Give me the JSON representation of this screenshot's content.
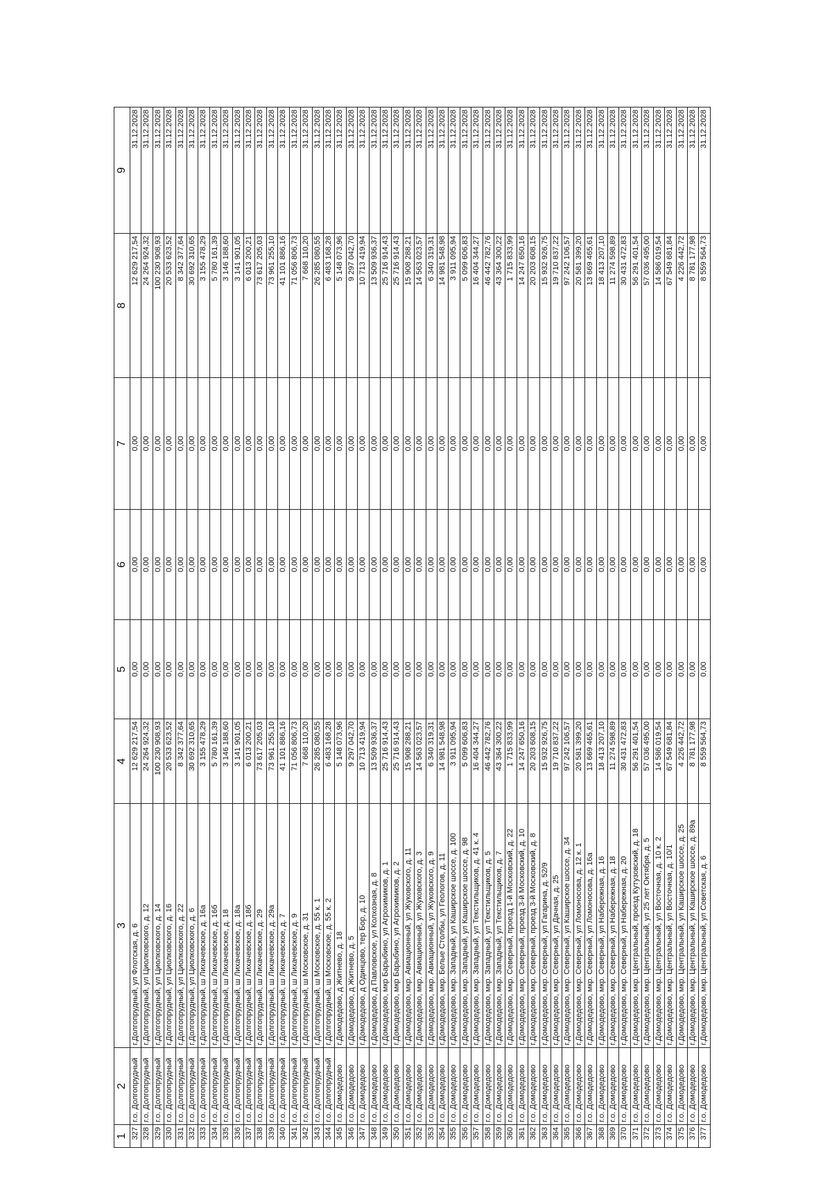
{
  "headers": [
    "1",
    "2",
    "3",
    "4",
    "5",
    "6",
    "7",
    "8",
    "9"
  ],
  "rows": [
    [
      "327",
      "г.о. Долгопрудный",
      "г.Долгопрудный, ул Флотская, д. 6",
      "12 629 217,54",
      "0,00",
      "0,00",
      "0,00",
      "12 629 217,54",
      "31.12.2028"
    ],
    [
      "328",
      "г.о. Долгопрудный",
      "г.Долгопрудный, ул Циолковского, д. 12",
      "24 264 924,32",
      "0,00",
      "0,00",
      "0,00",
      "24 264 924,32",
      "31.12.2028"
    ],
    [
      "329",
      "г.о. Долгопрудный",
      "г.Долгопрудный, ул Циолковского, д. 14",
      "100 230 908,93",
      "0,00",
      "0,00",
      "0,00",
      "100 230 908,93",
      "31.12.2028"
    ],
    [
      "330",
      "г.о. Долгопрудный",
      "г.Долгопрудный, ул Циолковского, д. 16",
      "20 533 623,52",
      "0,00",
      "0,00",
      "0,00",
      "20 533 623,52",
      "31.12.2028"
    ],
    [
      "331",
      "г.о. Долгопрудный",
      "г.Долгопрудный, ул Циолковского, д. 22",
      "8 342 377,64",
      "0,00",
      "0,00",
      "0,00",
      "8 342 377,64",
      "31.12.2028"
    ],
    [
      "332",
      "г.о. Долгопрудный",
      "г.Долгопрудный, ул Циолковского, д. 6",
      "30 692 310,65",
      "0,00",
      "0,00",
      "0,00",
      "30 692 310,65",
      "31.12.2028"
    ],
    [
      "333",
      "г.о. Долгопрудный",
      "г.Долгопрудный, ш Лихачевское, д. 16а",
      "3 155 478,29",
      "0,00",
      "0,00",
      "0,00",
      "3 155 478,29",
      "31.12.2028"
    ],
    [
      "334",
      "г.о. Долгопрудный",
      "г.Долгопрудный, ш Лихачевское, д. 16б",
      "5 780 161,39",
      "0,00",
      "0,00",
      "0,00",
      "5 780 161,39",
      "31.12.2028"
    ],
    [
      "335",
      "г.о. Долгопрудный",
      "г.Долгопрудный, ш Лихачевское, д. 18",
      "3 146 188,60",
      "0,00",
      "0,00",
      "0,00",
      "3 146 188,60",
      "31.12.2028"
    ],
    [
      "336",
      "г.о. Долгопрудный",
      "г.Долгопрудный, ш Лихачевское, д. 18а",
      "3 141 901,05",
      "0,00",
      "0,00",
      "0,00",
      "3 141 901,05",
      "31.12.2028"
    ],
    [
      "337",
      "г.о. Долгопрудный",
      "г.Долгопрудный, ш Лихачевское, д. 18б",
      "6 013 200,21",
      "0,00",
      "0,00",
      "0,00",
      "6 013 200,21",
      "31.12.2028"
    ],
    [
      "338",
      "г.о. Долгопрудный",
      "г.Долгопрудный, ш Лихачевское, д. 29",
      "73 617 205,03",
      "0,00",
      "0,00",
      "0,00",
      "73 617 205,03",
      "31.12.2028"
    ],
    [
      "339",
      "г.о. Долгопрудный",
      "г.Долгопрудный, ш Лихачевское, д. 29а",
      "73 961 255,10",
      "0,00",
      "0,00",
      "0,00",
      "73 961 255,10",
      "31.12.2028"
    ],
    [
      "340",
      "г.о. Долгопрудный",
      "г.Долгопрудный, ш Лихачевское, д. 7",
      "41 101 886,16",
      "0,00",
      "0,00",
      "0,00",
      "41 101 886,16",
      "31.12.2028"
    ],
    [
      "341",
      "г.о. Долгопрудный",
      "г.Долгопрудный, ш Лихачевское, д. 9",
      "71 056 806,73",
      "0,00",
      "0,00",
      "0,00",
      "71 056 806,73",
      "31.12.2028"
    ],
    [
      "342",
      "г.о. Долгопрудный",
      "г.Долгопрудный, ш Московское, д. 31",
      "7 668 110,20",
      "0,00",
      "0,00",
      "0,00",
      "7 668 110,20",
      "31.12.2028"
    ],
    [
      "343",
      "г.о. Долгопрудный",
      "г.Долгопрудный, ш Московское, д. 55 к. 1",
      "26 285 080,55",
      "0,00",
      "0,00",
      "0,00",
      "26 285 080,55",
      "31.12.2028"
    ],
    [
      "344",
      "г.о. Долгопрудный",
      "г.Долгопрудный, ш Московское, д. 55 к. 2",
      "6 483 168,28",
      "0,00",
      "0,00",
      "0,00",
      "6 483 168,28",
      "31.12.2028"
    ],
    [
      "345",
      "г.о. Домодедово",
      "г.Домодедово, д Житнево, д. 18",
      "5 148 073,96",
      "0,00",
      "0,00",
      "0,00",
      "5 148 073,96",
      "31.12.2028"
    ],
    [
      "346",
      "г.о. Домодедово",
      "г.Домодедово, д Житнево, д. 5",
      "9 297 042,70",
      "0,00",
      "0,00",
      "0,00",
      "9 297 042,70",
      "31.12.2028"
    ],
    [
      "347",
      "г.о. Домодедово",
      "г.Домодедово, д Одинцово, тер Бор, д. 10",
      "10 713 419,94",
      "0,00",
      "0,00",
      "0,00",
      "10 713 419,94",
      "31.12.2028"
    ],
    [
      "348",
      "г.о. Домодедово",
      "г.Домодедово, д Павловское, ул Колхозная, д. 8",
      "13 509 936,37",
      "0,00",
      "0,00",
      "0,00",
      "13 509 936,37",
      "31.12.2028"
    ],
    [
      "349",
      "г.о. Домодедово",
      "г.Домодедово, мкр Барыбино, ул Агрохимиков, д. 1",
      "25 716 914,43",
      "0,00",
      "0,00",
      "0,00",
      "25 716 914,43",
      "31.12.2028"
    ],
    [
      "350",
      "г.о. Домодедово",
      "г.Домодедово, мкр Барыбино, ул Агрохимиков, д. 2",
      "25 716 914,43",
      "0,00",
      "0,00",
      "0,00",
      "25 716 914,43",
      "31.12.2028"
    ],
    [
      "351",
      "г.о. Домодедово",
      "г.Домодедово, мкр. Авиационный, ул Жуковского, д. 11",
      "15 908 288,21",
      "0,00",
      "0,00",
      "0,00",
      "15 908 288,21",
      "31.12.2028"
    ],
    [
      "352",
      "г.о. Домодедово",
      "г.Домодедово, мкр. Авиационный, ул Жуковского, д. 3",
      "14 563 023,57",
      "0,00",
      "0,00",
      "0,00",
      "14 563 023,57",
      "31.12.2028"
    ],
    [
      "353",
      "г.о. Домодедово",
      "г.Домодедово, мкр. Авиационный, ул Жуковского, д. 9",
      "6 340 319,31",
      "0,00",
      "0,00",
      "0,00",
      "6 340 319,31",
      "31.12.2028"
    ],
    [
      "354",
      "г.о. Домодедово",
      "г.Домодедово, мкр. Белые Столбы, ул Геологов, д. 11",
      "14 981 548,98",
      "0,00",
      "0,00",
      "0,00",
      "14 981 548,98",
      "31.12.2028"
    ],
    [
      "355",
      "г.о. Домодедово",
      "г.Домодедово, мкр. Западный, ул Каширское шоссе, д. 100",
      "3 911 095,94",
      "0,00",
      "0,00",
      "0,00",
      "3 911 095,94",
      "31.12.2028"
    ],
    [
      "356",
      "г.о. Домодедово",
      "г.Домодедово, мкр. Западный, ул Каширское шоссе, д. 98",
      "5 099 606,83",
      "0,00",
      "0,00",
      "0,00",
      "5 099 606,83",
      "31.12.2028"
    ],
    [
      "357",
      "г.о. Домодедово",
      "г.Домодедово, мкр. Западный, ул Текстильщиков, д. 41 к. 4",
      "16 404 344,27",
      "0,00",
      "0,00",
      "0,00",
      "16 404 344,27",
      "31.12.2028"
    ],
    [
      "358",
      "г.о. Домодедово",
      "г.Домодедово, мкр. Западный, ул Текстильщиков, д. 5",
      "46 442 782,76",
      "0,00",
      "0,00",
      "0,00",
      "46 442 782,76",
      "31.12.2028"
    ],
    [
      "359",
      "г.о. Домодедово",
      "г.Домодедово, мкр. Западный, ул Текстильщиков, д. 7",
      "43 364 300,22",
      "0,00",
      "0,00",
      "0,00",
      "43 364 300,22",
      "31.12.2028"
    ],
    [
      "360",
      "г.о. Домодедово",
      "г.Домодедово, мкр. Северный, проезд 1-й Московский, д. 22",
      "1 715 833,99",
      "0,00",
      "0,00",
      "0,00",
      "1 715 833,99",
      "31.12.2028"
    ],
    [
      "361",
      "г.о. Домодедово",
      "г.Домодедово, мкр. Северный, проезд 3-й Московский, д. 10",
      "14 247 650,16",
      "0,00",
      "0,00",
      "0,00",
      "14 247 650,16",
      "31.12.2028"
    ],
    [
      "362",
      "г.о. Домодедово",
      "г.Домодедово, мкр. Северный, проезд 3-й Московский, д. 8",
      "20 203 608,15",
      "0,00",
      "0,00",
      "0,00",
      "20 203 608,15",
      "31.12.2028"
    ],
    [
      "363",
      "г.о. Домодедово",
      "г.Домодедово, мкр. Северный, ул Гагарина, д. 52/9",
      "15 932 926,75",
      "0,00",
      "0,00",
      "0,00",
      "15 932 926,75",
      "31.12.2028"
    ],
    [
      "364",
      "г.о. Домодедово",
      "г.Домодедово, мкр. Северный, ул Дачная, д. 25",
      "19 710 837,22",
      "0,00",
      "0,00",
      "0,00",
      "19 710 837,22",
      "31.12.2028"
    ],
    [
      "365",
      "г.о. Домодедово",
      "г.Домодедово, мкр. Северный, ул Каширское шоссе, д. 34",
      "97 242 106,57",
      "0,00",
      "0,00",
      "0,00",
      "97 242 106,57",
      "31.12.2028"
    ],
    [
      "366",
      "г.о. Домодедово",
      "г.Домодедово, мкр. Северный, ул Ломоносова, д. 12 к. 1",
      "20 581 399,20",
      "0,00",
      "0,00",
      "0,00",
      "20 581 399,20",
      "31.12.2028"
    ],
    [
      "367",
      "г.о. Домодедово",
      "г.Домодедово, мкр. Северный, ул Ломоносова, д. 16а",
      "13 669 465,61",
      "0,00",
      "0,00",
      "0,00",
      "13 669 465,61",
      "31.12.2028"
    ],
    [
      "368",
      "г.о. Домодедово",
      "г.Домодедово, мкр. Северный, ул Набережная, д. 16",
      "18 413 207,10",
      "0,00",
      "0,00",
      "0,00",
      "18 413 207,10",
      "31.12.2028"
    ],
    [
      "369",
      "г.о. Домодедово",
      "г.Домодедово, мкр. Северный, ул Набережная, д. 18",
      "11 274 598,89",
      "0,00",
      "0,00",
      "0,00",
      "11 274 598,89",
      "31.12.2028"
    ],
    [
      "370",
      "г.о. Домодедово",
      "г.Домодедово, мкр. Северный, ул Набережная, д. 20",
      "30 431 472,83",
      "0,00",
      "0,00",
      "0,00",
      "30 431 472,83",
      "31.12.2028"
    ],
    [
      "371",
      "г.о. Домодедово",
      "г.Домодедово, мкр. Центральный, проезд Кутузовский, д. 18",
      "56 291 401,54",
      "0,00",
      "0,00",
      "0,00",
      "56 291 401,54",
      "31.12.2028"
    ],
    [
      "372",
      "г.о. Домодедово",
      "г.Домодедово, мкр. Центральный, ул 25 лет Октября, д. 5",
      "57 036 495,00",
      "0,00",
      "0,00",
      "0,00",
      "57 036 495,00",
      "31.12.2028"
    ],
    [
      "373",
      "г.о. Домодедово",
      "г.Домодедово, мкр. Центральный, ул Восточная, д. 10 к. 2",
      "14 586 019,54",
      "0,00",
      "0,00",
      "0,00",
      "14 586 019,54",
      "31.12.2028"
    ],
    [
      "374",
      "г.о. Домодедово",
      "г.Домодедово, мкр. Центральный, ул Восточная, д. 10/1",
      "67 549 681,84",
      "0,00",
      "0,00",
      "0,00",
      "67 549 681,84",
      "31.12.2028"
    ],
    [
      "375",
      "г.о. Домодедово",
      "г.Домодедово, мкр. Центральный, ул Каширское шоссе, д. 25",
      "4 226 442,72",
      "0,00",
      "0,00",
      "0,00",
      "4 226 442,72",
      "31.12.2028"
    ],
    [
      "376",
      "г.о. Домодедово",
      "г.Домодедово, мкр. Центральный, ул Каширское шоссе, д. 89а",
      "8 781 177,98",
      "0,00",
      "0,00",
      "0,00",
      "8 781 177,98",
      "31.12.2028"
    ],
    [
      "377",
      "г.о. Домодедово",
      "г.Домодедово, мкр. Центральный, ул Советская, д. 6",
      "8 559 564,73",
      "0,00",
      "0,00",
      "0,00",
      "8 559 564,73",
      "31.12.2028"
    ]
  ]
}
